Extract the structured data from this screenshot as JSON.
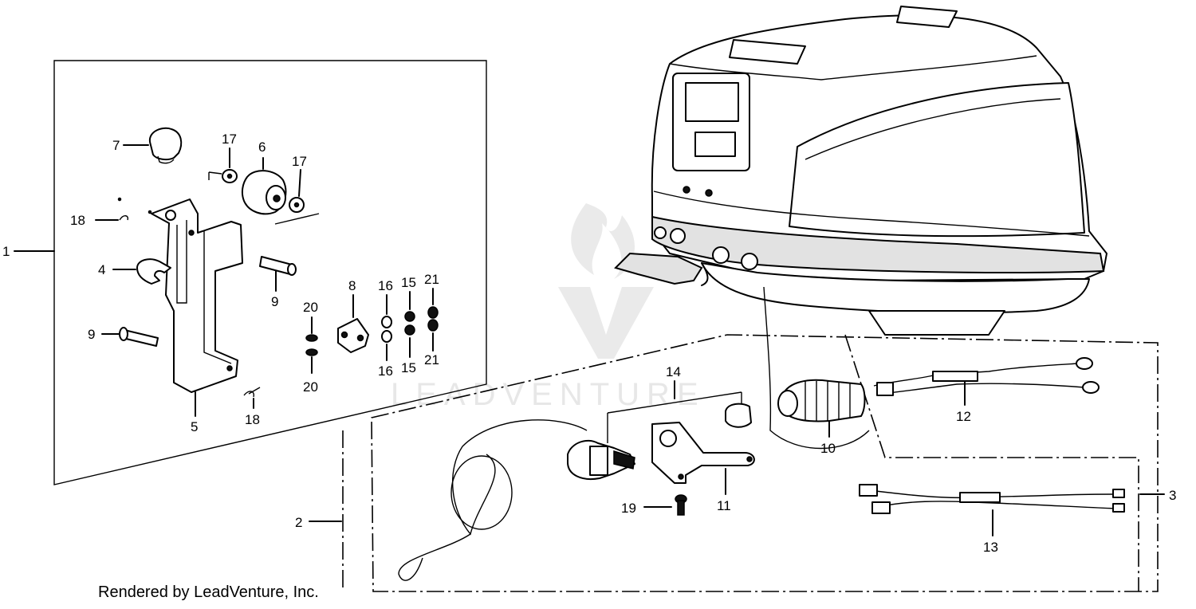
{
  "labels": {
    "p1": "1",
    "p2": "2",
    "p3": "3",
    "p4": "4",
    "p5": "5",
    "p6": "6",
    "p7": "7",
    "p8": "8",
    "p9a": "9",
    "p9b": "9",
    "p10": "10",
    "p11": "11",
    "p12": "12",
    "p13": "13",
    "p14": "14",
    "p15a": "15",
    "p15b": "15",
    "p16a": "16",
    "p16b": "16",
    "p17a": "17",
    "p17b": "17",
    "p18a": "18",
    "p18b": "18",
    "p19": "19",
    "p20a": "20",
    "p20b": "20",
    "p21a": "21",
    "p21b": "21"
  },
  "footer": "Rendered by LeadVenture, Inc.",
  "watermark": "LEADVENTURE"
}
